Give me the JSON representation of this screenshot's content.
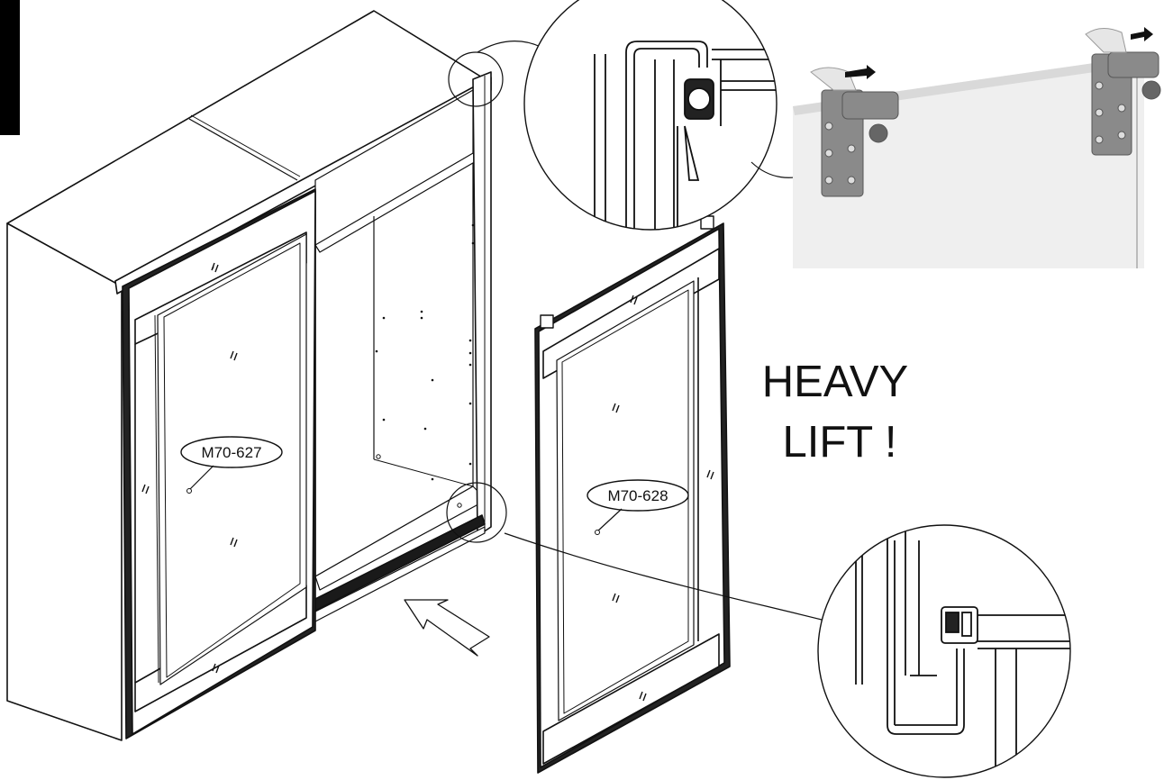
{
  "parts": [
    {
      "id": "left_door",
      "label": "M70-627"
    },
    {
      "id": "right_door",
      "label": "M70-628"
    }
  ],
  "warning": {
    "line1": "HEAVY",
    "line2": "LIFT !"
  },
  "colors": {
    "ink": "#111111",
    "photo_bg": "#efefef",
    "track": "#1a1a1a"
  }
}
